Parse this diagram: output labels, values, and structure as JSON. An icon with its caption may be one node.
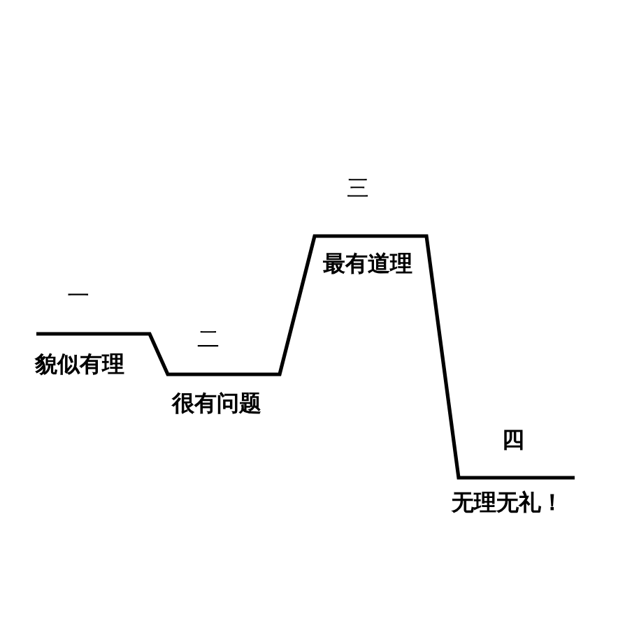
{
  "diagram": {
    "labels": [
      "一",
      "貌似有理",
      "二",
      "很有问题",
      "三",
      "最有道理",
      "四",
      "无理无礼！"
    ]
  }
}
